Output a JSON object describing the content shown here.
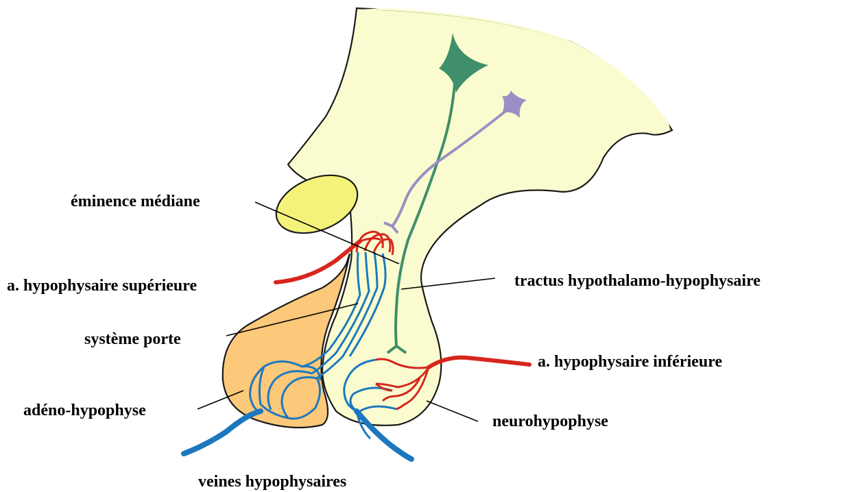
{
  "labels": {
    "eminence_mediane": "éminence médiane",
    "artere_superieure": "a. hypophysaire supérieure",
    "systeme_porte": "système porte",
    "adenohypophyse": "adéno-hypophyse",
    "veines": "veines hypophysaires",
    "tractus": "tractus hypothalamo-hypophysaire",
    "artere_inferieure": "a. hypophysaire inférieure",
    "neurohypophyse": "neurohypophyse"
  },
  "colors": {
    "hypothalamus_fill": "#fafccf",
    "adenohypophyse_fill": "#fcc87a",
    "chiasma_fill": "#f4f27a",
    "artery": "#d7261d",
    "vein": "#1c78be",
    "neuron_green": "#3f8f6a",
    "neuron_purple": "#9b8ec4"
  },
  "icons": {
    "neuron_large": "star-neuron-icon",
    "neuron_small": "star-neuron-icon"
  }
}
